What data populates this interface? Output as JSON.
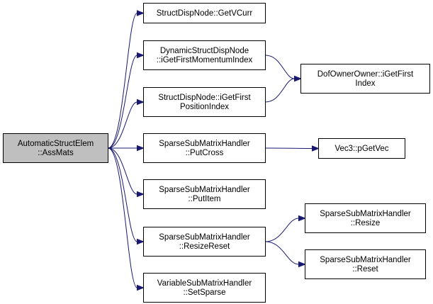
{
  "colors": {
    "root_fill": "#bfbfbf",
    "node_fill": "#ffffff",
    "node_border": "#000000",
    "edge": "#191970"
  },
  "nodes": [
    {
      "id": "root",
      "lines": [
        "AutomaticStructElem",
        "::AssMats"
      ],
      "root": true
    },
    {
      "id": "getvcurr",
      "lines": [
        "StructDispNode::GetVCurr"
      ]
    },
    {
      "id": "dyn_momentum",
      "lines": [
        "DynamicStructDispNode",
        "::iGetFirstMomentumIndex"
      ]
    },
    {
      "id": "pos_index",
      "lines": [
        "StructDispNode::iGetFirst",
        "PositionIndex"
      ]
    },
    {
      "id": "putcross",
      "lines": [
        "SparseSubMatrixHandler",
        "::PutCross"
      ]
    },
    {
      "id": "putitem",
      "lines": [
        "SparseSubMatrixHandler",
        "::PutItem"
      ]
    },
    {
      "id": "resizereset",
      "lines": [
        "SparseSubMatrixHandler",
        "::ResizeReset"
      ]
    },
    {
      "id": "setsparse",
      "lines": [
        "VariableSubMatrixHandler",
        "::SetSparse"
      ]
    },
    {
      "id": "dofowner",
      "lines": [
        "DofOwnerOwner::iGetFirst",
        "Index"
      ]
    },
    {
      "id": "pgetvec",
      "lines": [
        "Vec3::pGetVec"
      ]
    },
    {
      "id": "resize",
      "lines": [
        "SparseSubMatrixHandler",
        "::Resize"
      ]
    },
    {
      "id": "reset",
      "lines": [
        "SparseSubMatrixHandler",
        "::Reset"
      ]
    }
  ],
  "edges": [
    [
      "root",
      "getvcurr"
    ],
    [
      "root",
      "dyn_momentum"
    ],
    [
      "root",
      "pos_index"
    ],
    [
      "root",
      "putcross"
    ],
    [
      "root",
      "putitem"
    ],
    [
      "root",
      "resizereset"
    ],
    [
      "root",
      "setsparse"
    ],
    [
      "dyn_momentum",
      "dofowner"
    ],
    [
      "pos_index",
      "dofowner"
    ],
    [
      "putcross",
      "pgetvec"
    ],
    [
      "resizereset",
      "resize"
    ],
    [
      "resizereset",
      "reset"
    ]
  ]
}
